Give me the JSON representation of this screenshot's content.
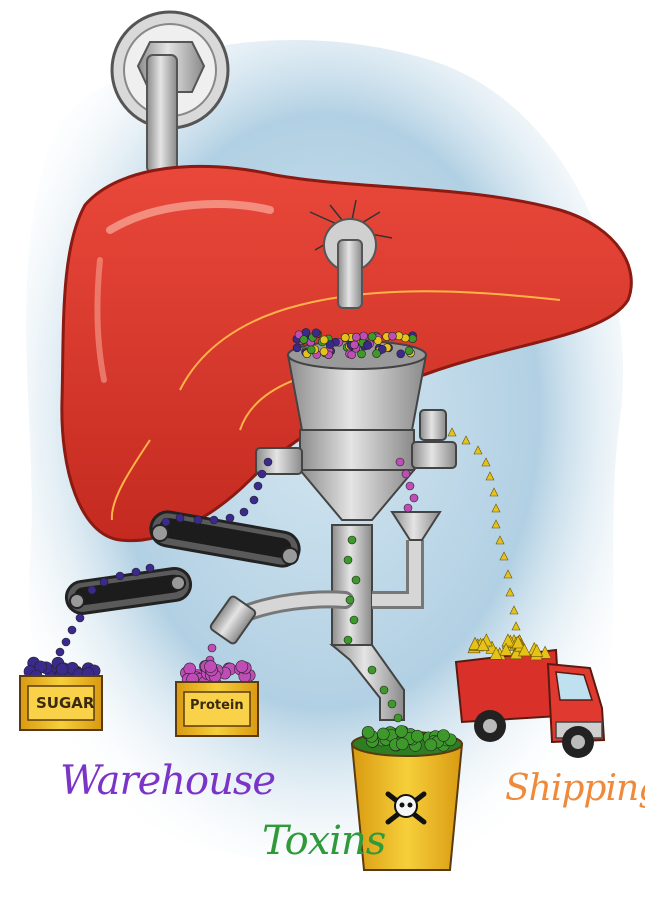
{
  "labels": {
    "warehouse": "Warehouse",
    "toxins": "Toxins",
    "shipping": "Shipping"
  },
  "boxes": {
    "sugar": "SUGAR",
    "protein": "Protein"
  },
  "colors": {
    "liver": "#d93a2b",
    "liver_highlight": "#f07a68",
    "liver_vein": "#ffb347",
    "background_wash": "#a9cbe0",
    "metal": "#b8b8b8",
    "metal_dark": "#6e6e6e",
    "sugar_balls": "#3b2a8c",
    "protein_balls": "#c04cb8",
    "toxin_pellets": "#3d9a2a",
    "ship_pellets": "#e5c21a",
    "box_yellow": "#f0b92a",
    "bucket_yellow": "#f4c21c",
    "truck_red": "#d9312a",
    "warehouse_text": "#7a35c8",
    "toxins_text": "#2f9a3a",
    "shipping_text": "#f08a3a"
  },
  "icons": {
    "bucket": "skull-crossbones-icon",
    "truck": "delivery-truck-icon",
    "faucet": "faucet-icon"
  }
}
